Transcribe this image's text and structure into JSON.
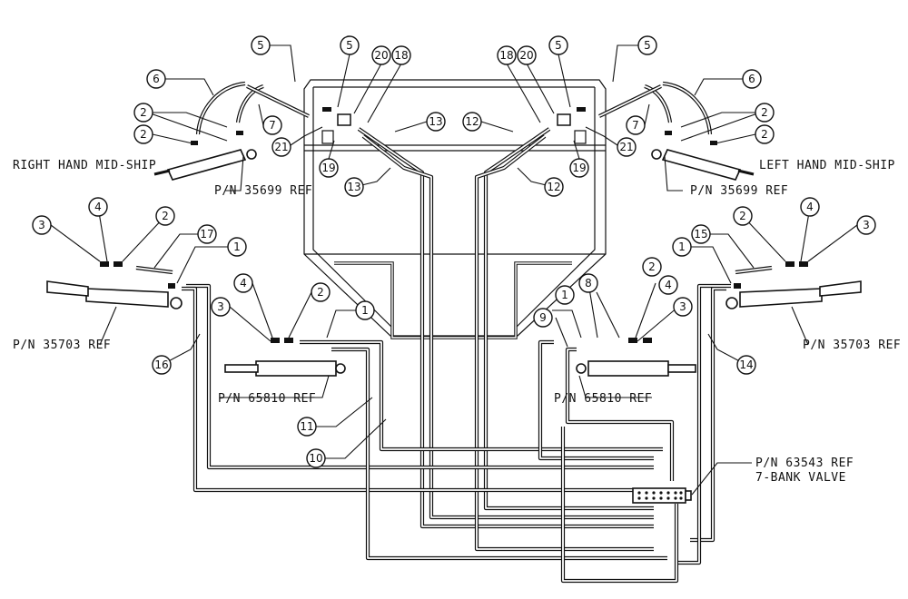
{
  "labels": {
    "right_hand_mid_ship": "RIGHT HAND MID-SHIP",
    "left_hand_mid_ship": "LEFT HAND MID-SHIP",
    "pn_35699_left": "P/N 35699 REF",
    "pn_35699_right": "P/N 35699 REF",
    "pn_35703_left": "P/N 35703 REF",
    "pn_35703_right": "P/N 35703 REF",
    "pn_65810_left": "P/N 65810 REF",
    "pn_65810_right": "P/N 65810 REF",
    "pn_63543": "P/N 63543 REF",
    "valve_desc": "7-BANK VALVE"
  },
  "callouts": {
    "c1": "5",
    "c2": "5",
    "c3": "20",
    "c4": "18",
    "c5": "18",
    "c6": "20",
    "c7": "5",
    "c8": "5",
    "c9": "6",
    "c10": "6",
    "c11": "2",
    "c12": "2",
    "c13": "7",
    "c14": "7",
    "c15": "21",
    "c16": "21",
    "c17": "13",
    "c18": "12",
    "c19": "19",
    "c20": "19",
    "c21": "13",
    "c22": "12",
    "c23": "2",
    "c24": "2",
    "c25": "4",
    "c26": "2",
    "c27": "3",
    "c28": "17",
    "c29": "1",
    "c30": "15",
    "c31": "2",
    "c32": "4",
    "c33": "3",
    "c34": "1",
    "c35": "4",
    "c36": "2",
    "c37": "3",
    "c38": "1",
    "c39": "8",
    "c40": "2",
    "c41": "4",
    "c42": "1",
    "c43": "3",
    "c44": "9",
    "c45": "16",
    "c46": "14",
    "c47": "11",
    "c48": "10"
  }
}
